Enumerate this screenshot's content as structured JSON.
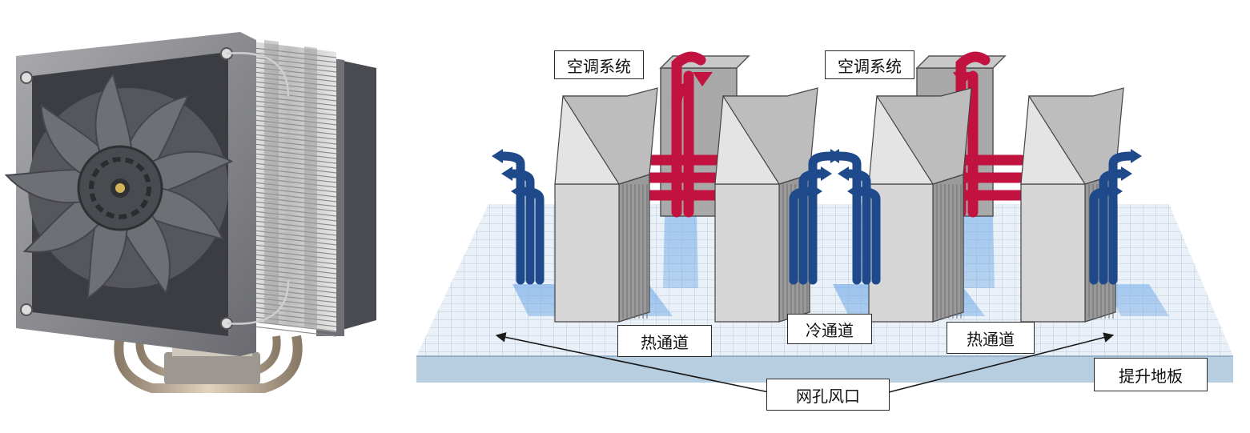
{
  "diagram": {
    "labels": {
      "ac_left": "空调系统",
      "ac_right": "空调系统",
      "hot_aisle_left": "热通道",
      "cold_aisle": "冷通道",
      "hot_aisle_right": "热通道",
      "raised_floor": "提升地板",
      "perforated_vents": "网孔风口"
    },
    "colors": {
      "hot_air": "#c2123f",
      "cold_air": "#1e4a8c",
      "cold_air_floor": "#5a9be0",
      "rack_front": "#dcdcdc",
      "rack_side": "#9a9a9a",
      "floor_grid": "#dfe9f2",
      "floor_edge": "#b7cde0"
    }
  },
  "product_image": {
    "icon": "cpu-tower-cooler-icon",
    "colors": {
      "fan_blade": "#5d6066",
      "fan_frame": "#8f9096",
      "fin": "#c9c9c9",
      "heatpipe": "#b9a48c"
    }
  }
}
